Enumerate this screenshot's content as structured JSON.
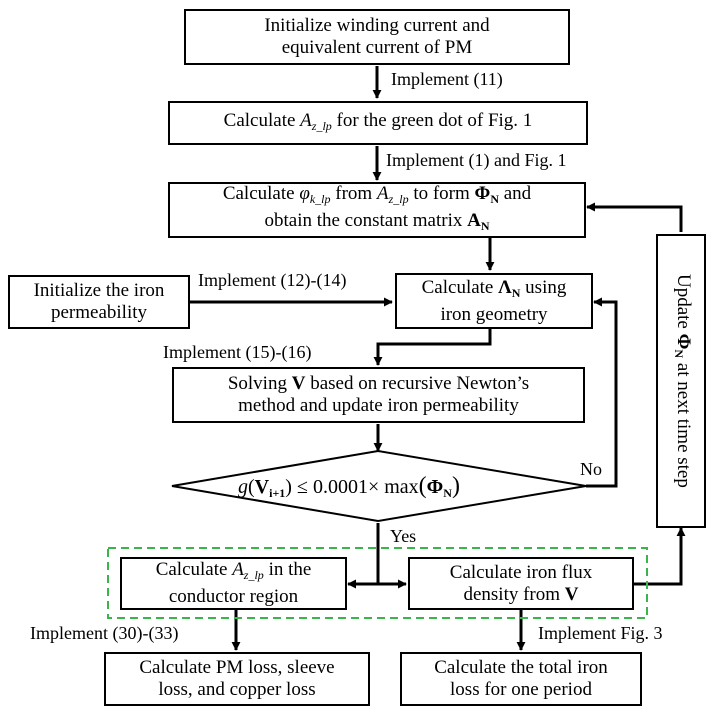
{
  "colors": {
    "stroke": "#000000",
    "dashed_group": "#3cb44b",
    "background": "#ffffff"
  },
  "boxes": {
    "init_winding": {
      "line1": "Initialize winding current and",
      "line2": "equivalent current of PM"
    },
    "calc_azlp": {
      "pre": "Calculate ",
      "var": "A",
      "sub": "z_lp",
      "post": " for the green dot of Fig. 1"
    },
    "calc_phi": {
      "pre": "Calculate ",
      "var1": "φ",
      "sub1": "k_lp",
      "mid": " from ",
      "var2": "A",
      "sub2": "z_lp",
      "mid2": " to form ",
      "phi_sym": "Φ",
      "phi_sub": "N",
      "and": " and",
      "line2_pre": "obtain the constant matrix ",
      "a_sym": "A",
      "a_sub": "N"
    },
    "init_iron": {
      "line1": "Initialize the iron",
      "line2": "permeability"
    },
    "calc_lambda": {
      "pre": "Calculate ",
      "sym": "Λ",
      "sub": "N",
      "post": " using",
      "line2": "iron geometry"
    },
    "solving": {
      "pre": "Solving ",
      "sym": "V",
      "post": " based on recursive Newton’s",
      "line2": "method and update iron permeability"
    },
    "condition": {
      "g": "g",
      "open": "(",
      "v": "V",
      "vsub": "i+1",
      "close": ")",
      "le": " ≤ 0.0001× max",
      "open2": "(",
      "phi": "Φ",
      "phisub": "N",
      "close2": ")"
    },
    "update_phi": {
      "pre": "Update ",
      "sym": "Φ",
      "sub": "N",
      "post": " at next time step"
    },
    "calc_azlp_cond": {
      "pre": "Calculate ",
      "var": "A",
      "sub": "z_lp",
      "post": " in the",
      "line2": "conductor region"
    },
    "calc_iron_flux": {
      "line1": "Calculate iron flux",
      "line2_pre": "density from ",
      "sym": "V"
    },
    "calc_pm_loss": {
      "line1": "Calculate PM loss, sleeve",
      "line2": "loss, and copper loss"
    },
    "calc_total_iron": {
      "line1": "Calculate the total iron",
      "line2": "loss for one period"
    }
  },
  "labels": {
    "impl_11": "Implement (11)",
    "impl_1_fig1": "Implement (1) and Fig. 1",
    "impl_12_14": "Implement (12)-(14)",
    "impl_15_16": "Implement (15)-(16)",
    "no": "No",
    "yes": "Yes",
    "impl_30_33": "Implement (30)-(33)",
    "impl_fig3": "Implement Fig. 3"
  }
}
